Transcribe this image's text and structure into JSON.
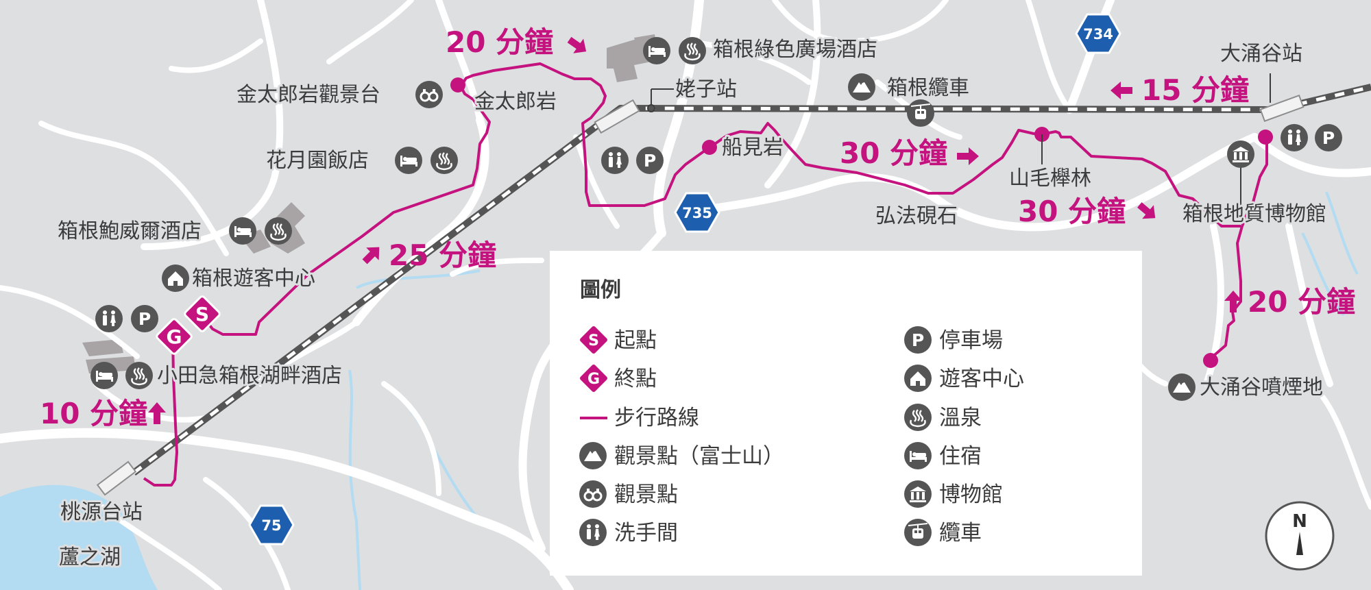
{
  "colors": {
    "background": "#dedfe1",
    "road": "#ffffff",
    "water": "#b3dbf2",
    "route": "#c4127e",
    "icon": "#555555",
    "shield": "#1d5fae",
    "railway": "#555555",
    "building": "#a8a4a5"
  },
  "places": {
    "kintoki_viewpoint": "金太郎岩觀景台",
    "kintoki_rock": "金太郎岩",
    "green_plaza_hotel": "箱根綠色廣場酒店",
    "ubako_station": "姥子站",
    "ropeway_label": "箱根纜車",
    "owakudani_station": "大涌谷站",
    "kagetsuen_hotel": "花月園飯店",
    "funamiiwa": "船見岩",
    "yamakeyaki": "山毛櫸林",
    "kobo_suzuri": "弘法硯石",
    "geo_museum": "箱根地質博物館",
    "powell_hotel": "箱根鮑威爾酒店",
    "visitor_center": "箱根遊客中心",
    "odakyu_hotel": "小田急箱根湖畔酒店",
    "togendai_station": "桃源台站",
    "lake_ashi": "蘆之湖",
    "owakudani_fumarole": "大涌谷噴煙地"
  },
  "durations": {
    "d20_top": "20 分鐘",
    "d25": "25 分鐘",
    "d30_a": "30 分鐘",
    "d30_b": "30 分鐘",
    "d15": "15 分鐘",
    "d20_right": "20 分鐘",
    "d10": "10 分鐘"
  },
  "shields": {
    "r734": "734",
    "r735": "735",
    "r75": "75"
  },
  "markers": {
    "start": "S",
    "goal": "G",
    "parking": "P"
  },
  "legend": {
    "title": "圖例",
    "start": "起點",
    "goal": "終點",
    "route": "步行路線",
    "fuji_view": "觀景點（富士山）",
    "viewpoint": "觀景點",
    "restroom": "洗手間",
    "parking": "停車場",
    "visitor_center": "遊客中心",
    "onsen": "溫泉",
    "lodging": "住宿",
    "museum": "博物館",
    "ropeway": "纜車"
  },
  "compass": {
    "label": "N"
  }
}
